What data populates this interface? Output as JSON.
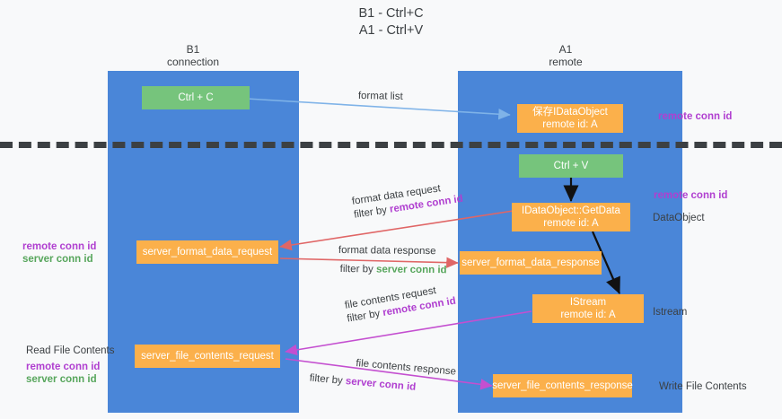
{
  "title": "B1 - Ctrl+C\nA1 - Ctrl+V",
  "columns": {
    "left": {
      "header": "B1\nconnection"
    },
    "right": {
      "header": "A1\nremote"
    }
  },
  "nodes": {
    "ctrl_c": "Ctrl + C",
    "save_idataobject": "保存IDataObject\nremote id: A",
    "ctrl_v": "Ctrl + V",
    "getdata": "IDataObject::GetData\nremote id: A",
    "server_format_data_request": "server_format_data_request",
    "server_format_data_response": "server_format_data_response",
    "istream": "IStream\nremote id: A",
    "server_file_contents_request": "server_file_contents_request",
    "server_file_contents_response": "server_file_contents_response"
  },
  "edge_labels": {
    "format_list": "format list",
    "format_data_request": "format data request",
    "format_data_request_filter_prefix": "filter by ",
    "format_data_request_filter_key": "remote conn id",
    "format_data_response": "format data response",
    "format_data_response_filter_prefix": "filter by ",
    "format_data_response_filter_key": "server conn id",
    "file_contents_request": "file contents request",
    "file_contents_request_filter_prefix": "filter by ",
    "file_contents_request_filter_key": "remote conn id",
    "file_contents_response": "file contents response",
    "file_contents_response_filter_prefix": "filter by ",
    "file_contents_response_filter_key": "server conn id"
  },
  "side_labels": {
    "right_remote_conn_id_top": "remote conn id",
    "right_remote_conn_id_mid": "remote conn id",
    "right_dataobject": "DataObject",
    "right_istream": "Istream",
    "right_write_file_contents": "Write File Contents",
    "left_remote_conn_id": "remote conn id",
    "left_server_conn_id": "server conn id",
    "left_read_file_contents": "Read File Contents",
    "left_remote_conn_id_2": "remote conn id",
    "left_server_conn_id_2": "server conn id"
  },
  "colors": {
    "lane": "#4a86d8",
    "green_node": "#76c47c",
    "orange_node": "#fbb04b",
    "purple_text": "#b03fd0",
    "green_text": "#57a65c",
    "blue_arrow": "#7fb3e8",
    "red_arrow": "#e06666",
    "magenta_arrow": "#c44fd0",
    "black_arrow": "#1a1a1a",
    "background": "#f8f9fa"
  }
}
